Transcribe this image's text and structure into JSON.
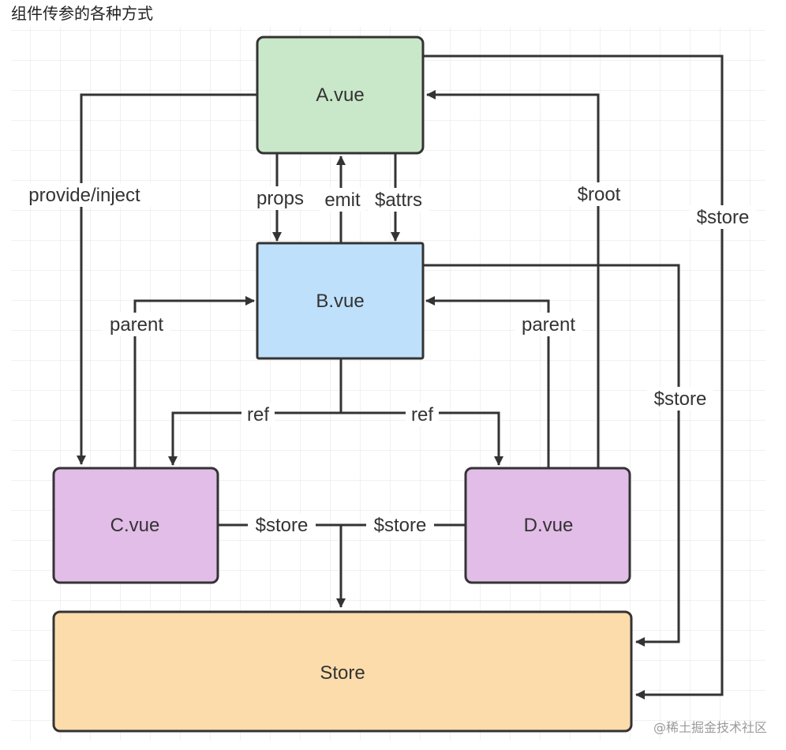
{
  "title": "组件传参的各种方式",
  "nodes": {
    "a": {
      "label": "A.vue",
      "fill": "#c9e7c9"
    },
    "b": {
      "label": "B.vue",
      "fill": "#bfe0fb"
    },
    "c": {
      "label": "C.vue",
      "fill": "#e2bde7"
    },
    "d": {
      "label": "D.vue",
      "fill": "#e2bde7"
    },
    "store": {
      "label": "Store",
      "fill": "#fcdcab"
    }
  },
  "edges": {
    "provide_inject": "provide/inject",
    "props": "props",
    "emit": "emit",
    "attrs": "$attrs",
    "root": "$root",
    "store_outer": "$store",
    "store_inner": "$store",
    "parent_left": "parent",
    "parent_right": "parent",
    "ref_left": "ref",
    "ref_right": "ref",
    "store_c": "$store",
    "store_d": "$store"
  },
  "colors": {
    "stroke": "#333333",
    "grid": "#e3e3e3",
    "text": "#333333"
  },
  "watermark": "@稀土掘金技术社区"
}
